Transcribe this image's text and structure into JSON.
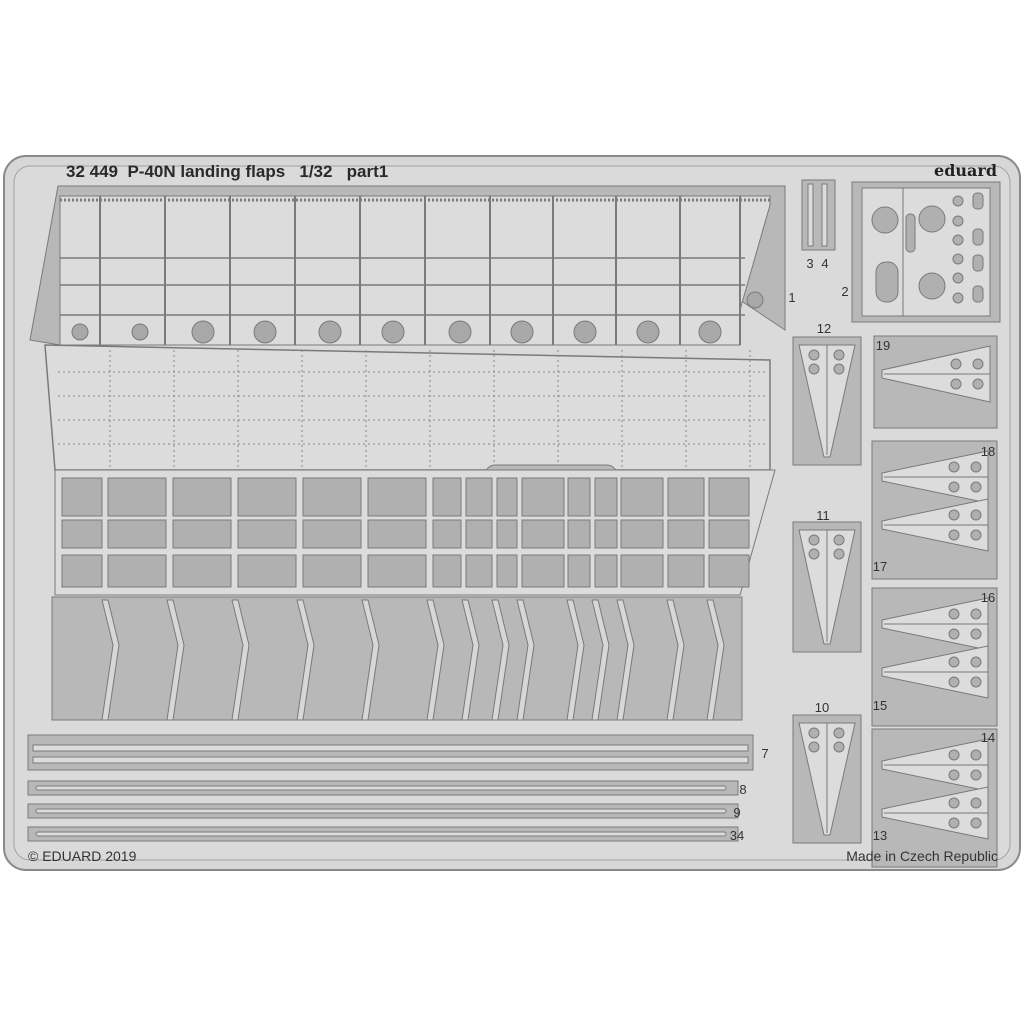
{
  "sheet": {
    "title": "32 449  P-40N landing flaps   1/32   part1",
    "brand": "eduard",
    "copyright": "© EDUARD 2019",
    "origin": "Made in Czech Republic"
  },
  "part_labels": [
    "1",
    "2",
    "3",
    "4",
    "7",
    "8",
    "9",
    "10",
    "11",
    "12",
    "13",
    "14",
    "15",
    "16",
    "17",
    "18",
    "19",
    "34"
  ],
  "colors": {
    "fret": "#d7d7d7",
    "part": "#b8b8b8",
    "line": "#7a7a7a",
    "panel": "#dcdcdc"
  }
}
